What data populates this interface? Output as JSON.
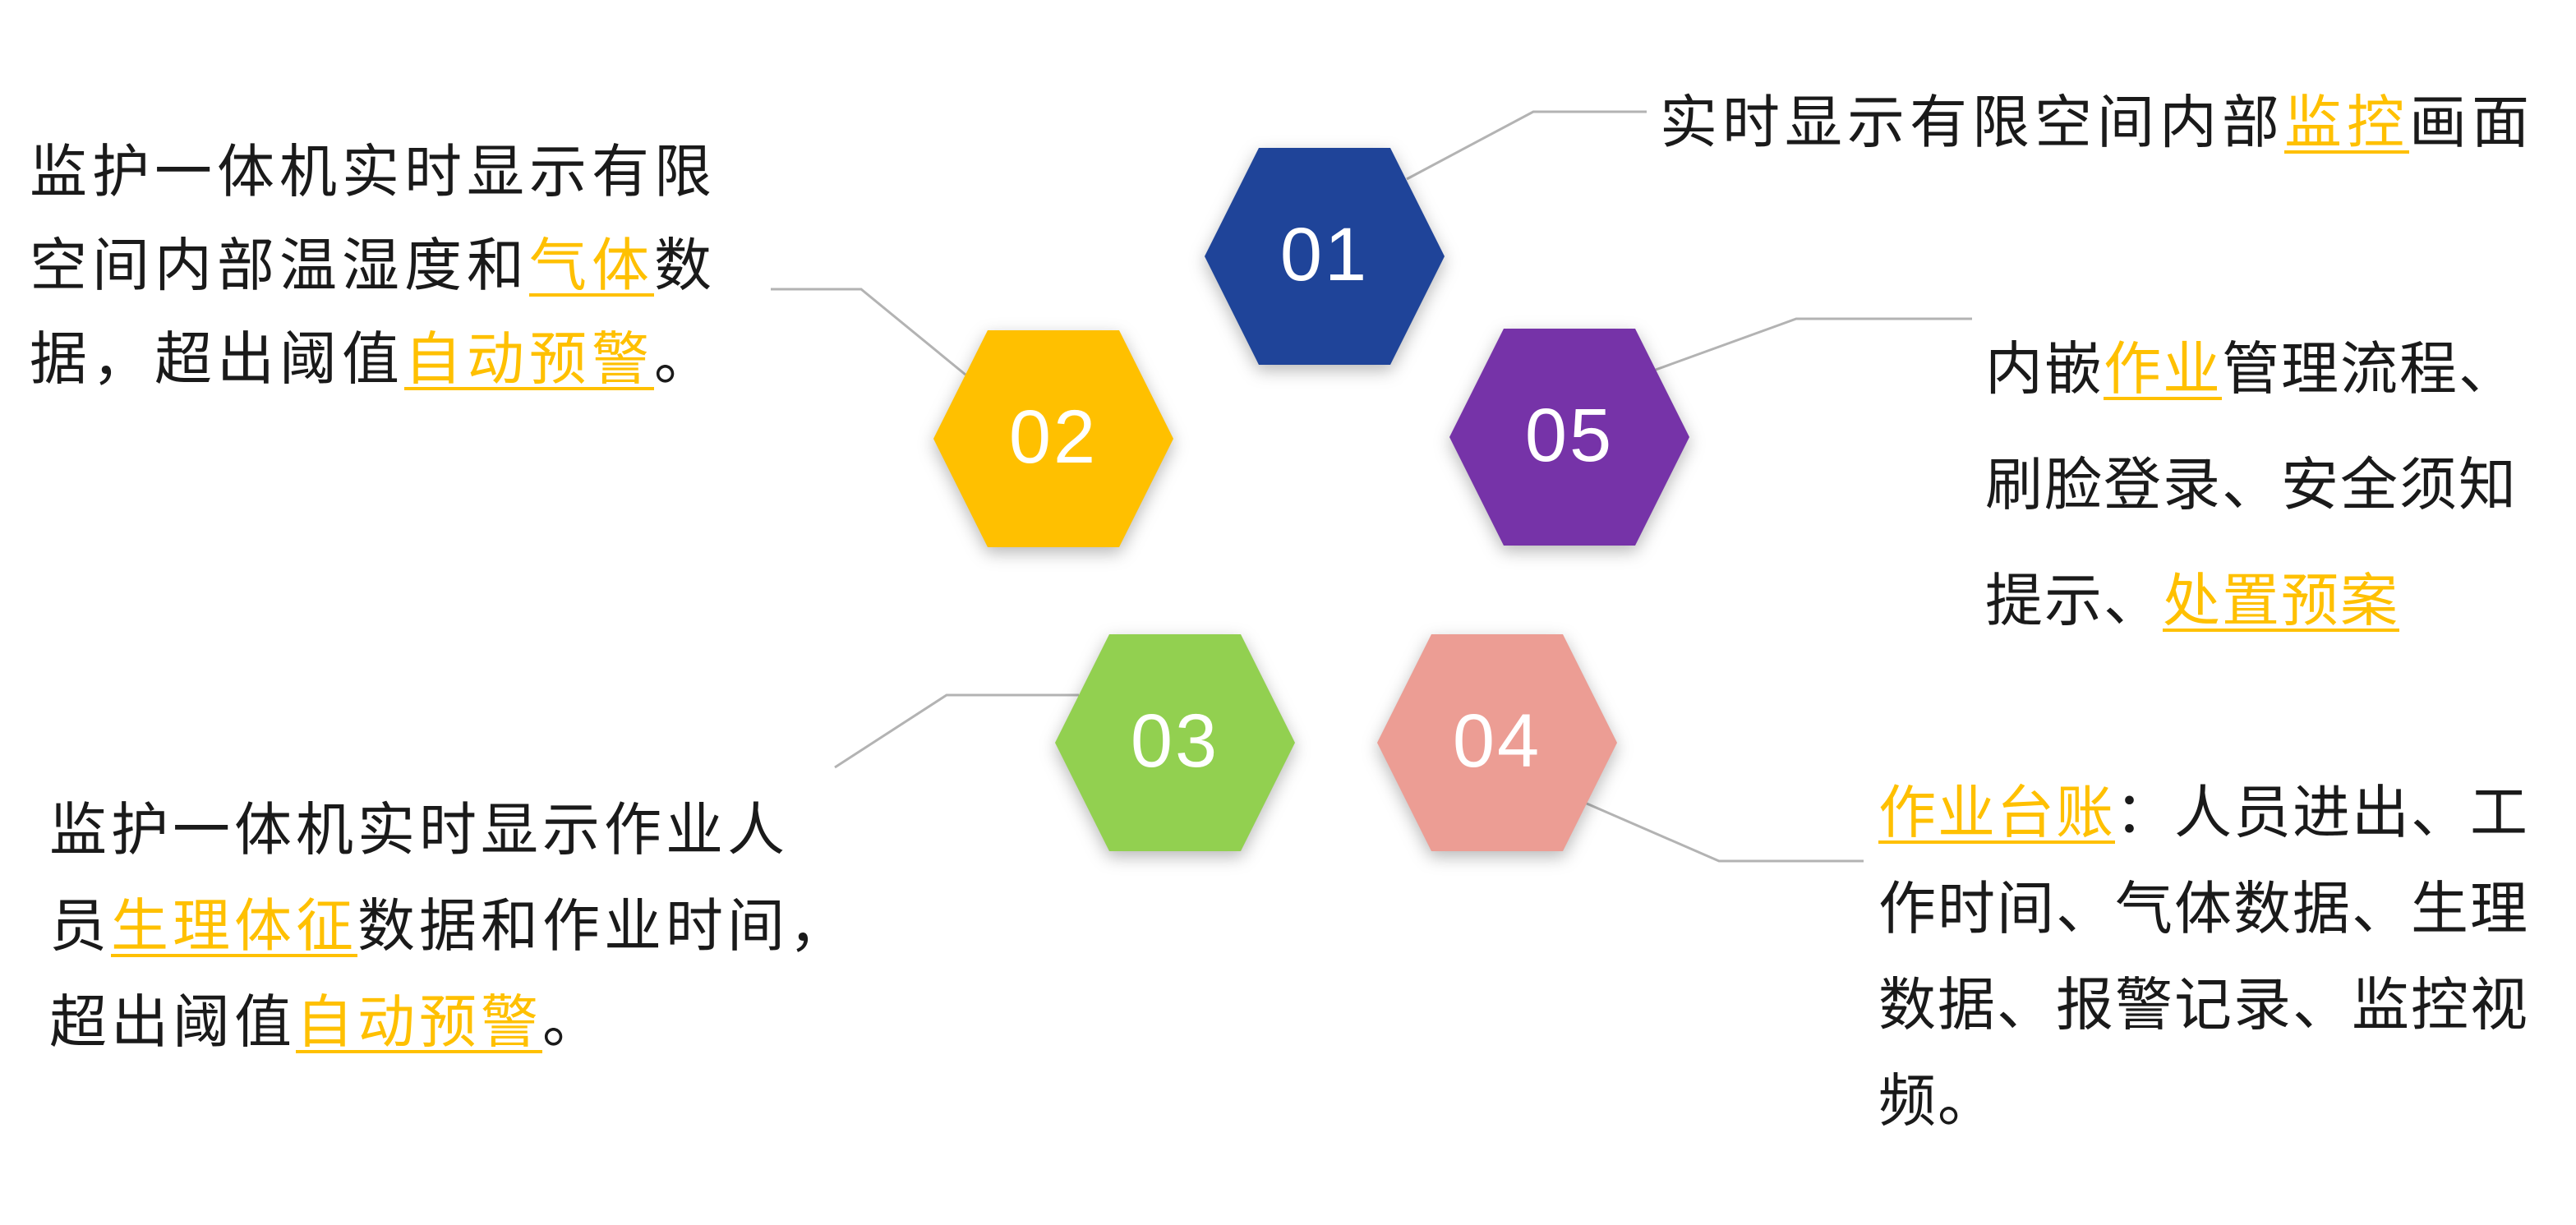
{
  "colors": {
    "background": "#ffffff",
    "text": "#1a1a1a",
    "highlight": "#FFC000",
    "connector": "#b3b3b3"
  },
  "hexagons": [
    {
      "number": "01",
      "color": "#1F4499"
    },
    {
      "number": "02",
      "color": "#FFC000"
    },
    {
      "number": "03",
      "color": "#92D050"
    },
    {
      "number": "04",
      "color": "#EC9D94"
    },
    {
      "number": "05",
      "color": "#7633A8"
    }
  ],
  "blocks": {
    "b01": {
      "lines": [
        [
          {
            "t": "实时显示有限空间内部"
          },
          {
            "t": "监控",
            "hl": true
          },
          {
            "t": "画面"
          }
        ]
      ]
    },
    "b02": {
      "lines": [
        [
          {
            "t": "监护一体机实时显示有限"
          }
        ],
        [
          {
            "t": "空间内部温湿度和"
          },
          {
            "t": "气体",
            "hl": true
          },
          {
            "t": "数"
          }
        ],
        [
          {
            "t": "据，超出阈值"
          },
          {
            "t": "自动预警",
            "hl": true
          },
          {
            "t": "。"
          }
        ]
      ]
    },
    "b05": {
      "lines": [
        [
          {
            "t": "内嵌"
          },
          {
            "t": "作业",
            "hl": true
          },
          {
            "t": "管理流程、"
          }
        ],
        [
          {
            "t": "刷脸登录、安全须知"
          }
        ],
        [
          {
            "t": "提示、"
          },
          {
            "t": "处置预案",
            "hl": true
          }
        ]
      ]
    },
    "b03": {
      "lines": [
        [
          {
            "t": "监护一体机实时显示作业人"
          }
        ],
        [
          {
            "t": "员"
          },
          {
            "t": "生理体征",
            "hl": true
          },
          {
            "t": "数据和作业时间，"
          }
        ],
        [
          {
            "t": "超出阈值"
          },
          {
            "t": "自动预警",
            "hl": true
          },
          {
            "t": "。"
          }
        ]
      ]
    },
    "b04": {
      "lines": [
        [
          {
            "t": "作业台账",
            "hl": true
          },
          {
            "t": "：人员进出、工"
          }
        ],
        [
          {
            "t": "作时间、气体数据、生理"
          }
        ],
        [
          {
            "t": "数据、报警记录、监控视"
          }
        ],
        [
          {
            "t": "频。"
          }
        ]
      ]
    }
  }
}
